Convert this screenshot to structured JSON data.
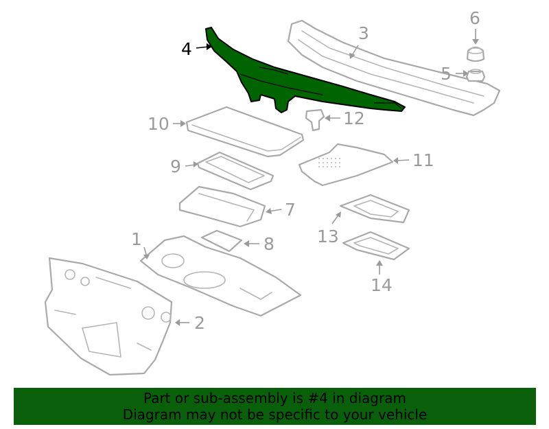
{
  "callouts": [
    {
      "id": "1",
      "label": "1"
    },
    {
      "id": "2",
      "label": "2"
    },
    {
      "id": "3",
      "label": "3"
    },
    {
      "id": "4",
      "label": "4"
    },
    {
      "id": "5",
      "label": "5"
    },
    {
      "id": "6",
      "label": "6"
    },
    {
      "id": "7",
      "label": "7"
    },
    {
      "id": "8",
      "label": "8"
    },
    {
      "id": "9",
      "label": "9"
    },
    {
      "id": "10",
      "label": "10"
    },
    {
      "id": "11",
      "label": "11"
    },
    {
      "id": "12",
      "label": "12"
    },
    {
      "id": "13",
      "label": "13"
    },
    {
      "id": "14",
      "label": "14"
    }
  ],
  "highlighted_part": "4",
  "colors": {
    "highlight": "#006400",
    "banner": "#0a5f0a",
    "callout": "#9a9a9a"
  },
  "banner": {
    "line1": "Part or sub-assembly is #4 in diagram",
    "line2": "Diagram may not be specific to your vehicle"
  }
}
